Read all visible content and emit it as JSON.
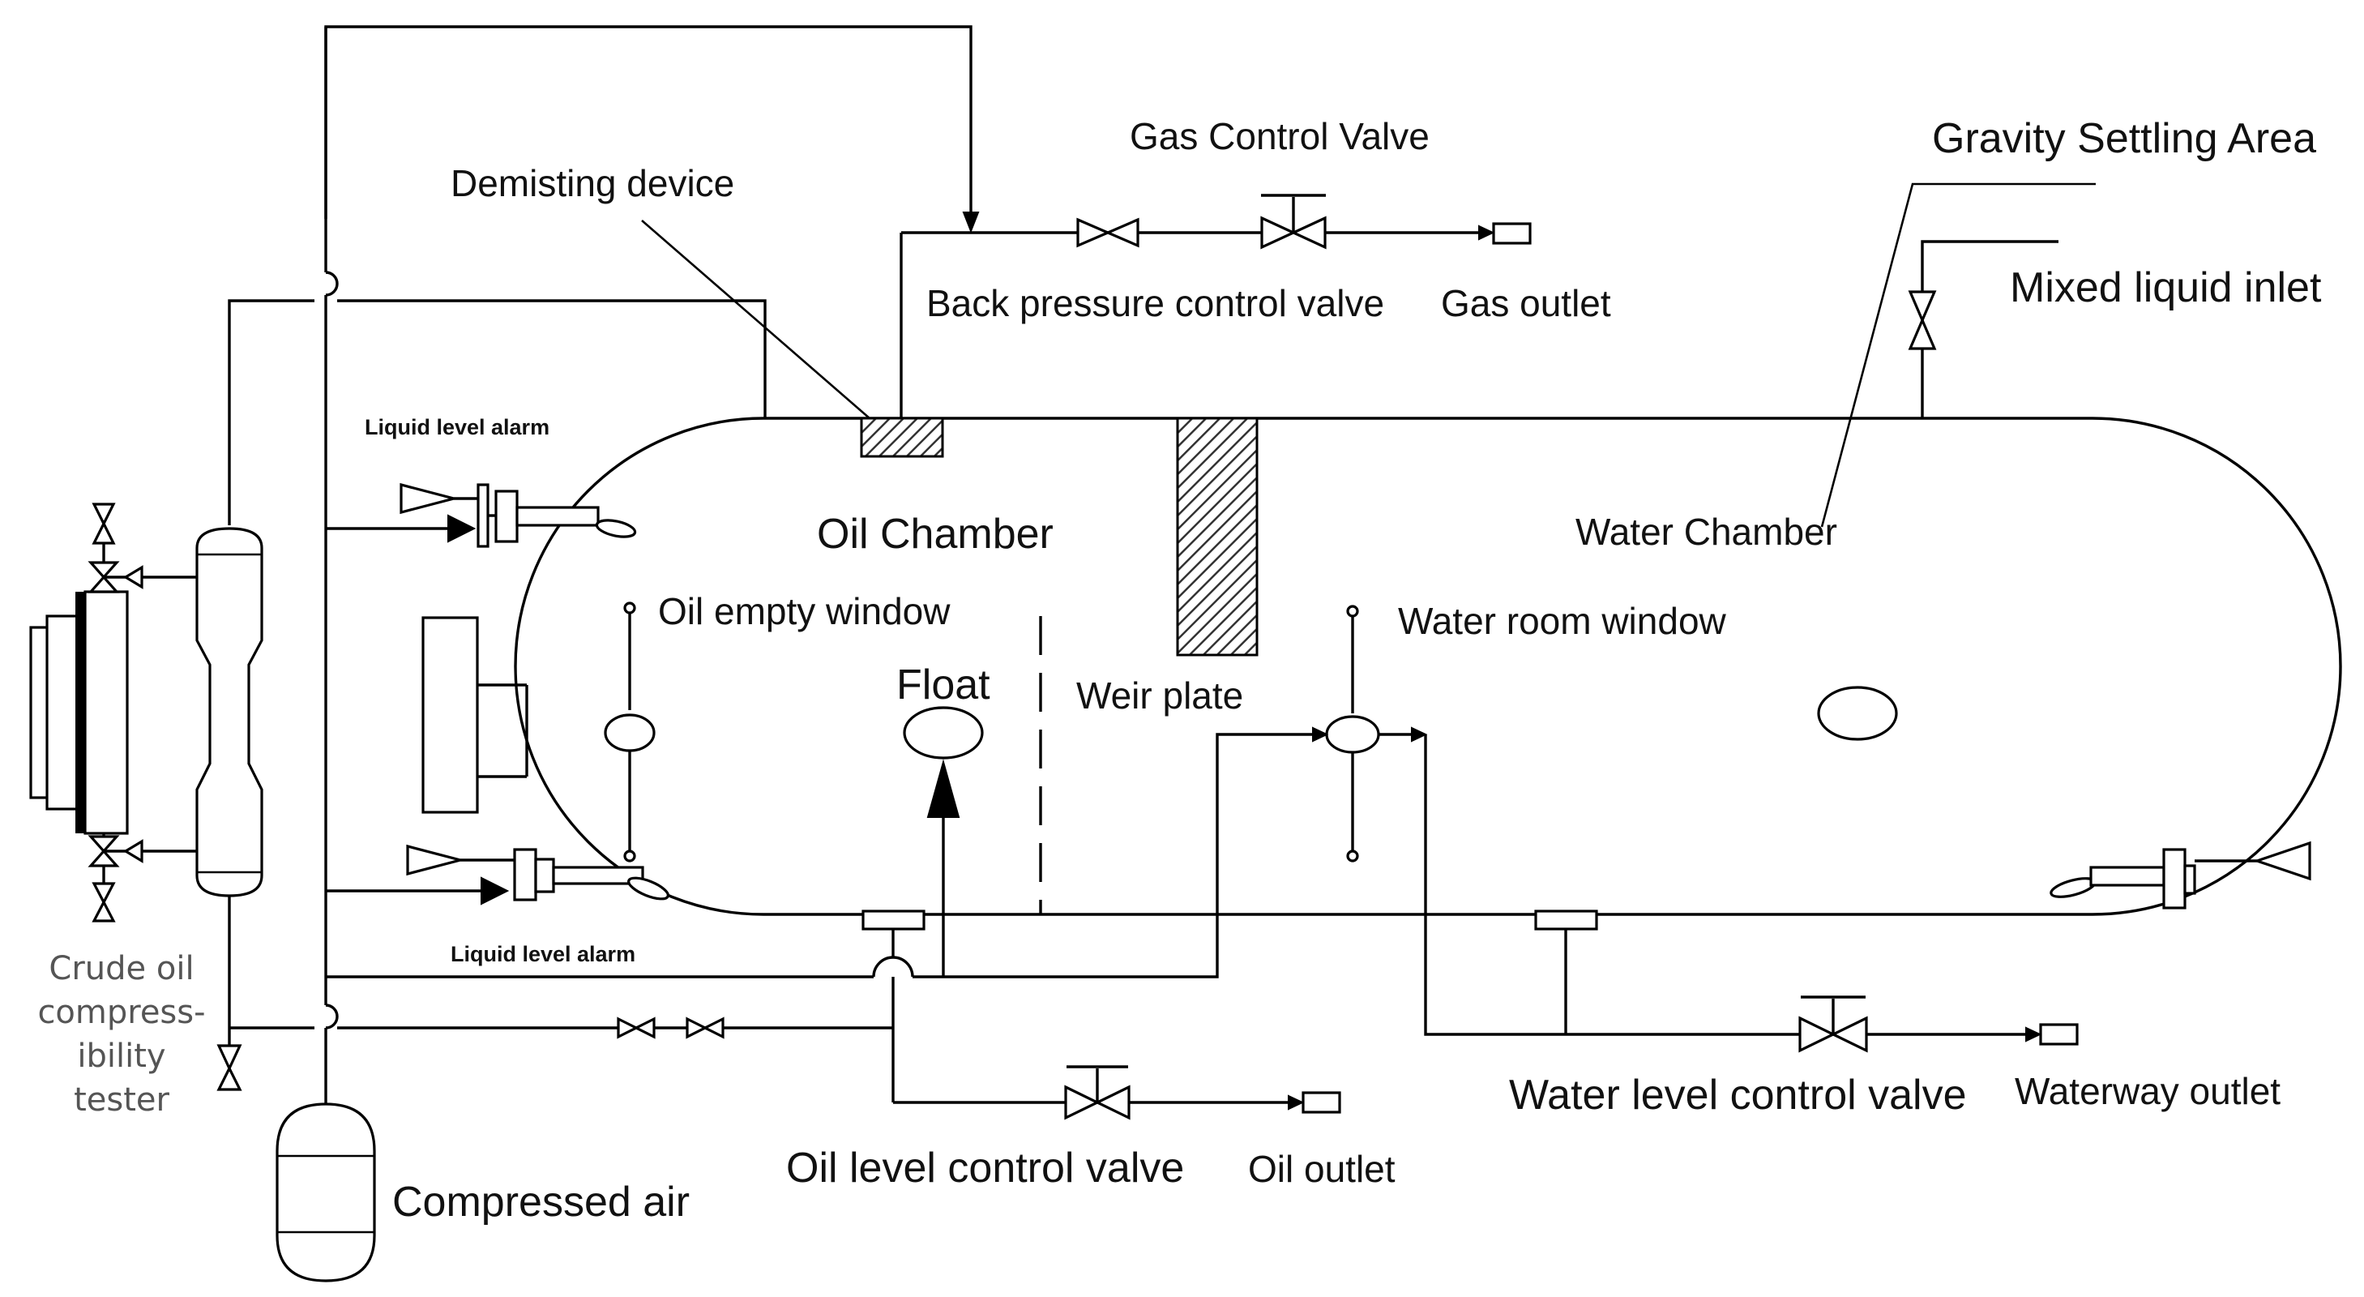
{
  "labels": {
    "gas_control_valve": "Gas Control Valve",
    "gravity_settling_area": "Gravity Settling Area",
    "demisting_device": "Demisting device",
    "back_pressure_control_valve": "Back pressure control valve",
    "gas_outlet": "Gas outlet",
    "mixed_liquid_inlet": "Mixed liquid inlet",
    "liquid_level_alarm_top": "Liquid level alarm",
    "liquid_level_alarm_bottom": "Liquid level alarm",
    "oil_chamber": "Oil Chamber",
    "water_chamber": "Water Chamber",
    "oil_empty_window": "Oil empty window",
    "water_room_window": "Water room window",
    "float": "Float",
    "weir_plate": "Weir plate",
    "tester_lines": [
      "Crude oil",
      "compress-",
      "ibility",
      "tester"
    ],
    "water_level_control_valve": "Water level control valve",
    "waterway_outlet": "Waterway outlet",
    "oil_level_control_valve": "Oil level control valve",
    "oil_outlet": "Oil outlet",
    "compressed_air": "Compressed air"
  }
}
